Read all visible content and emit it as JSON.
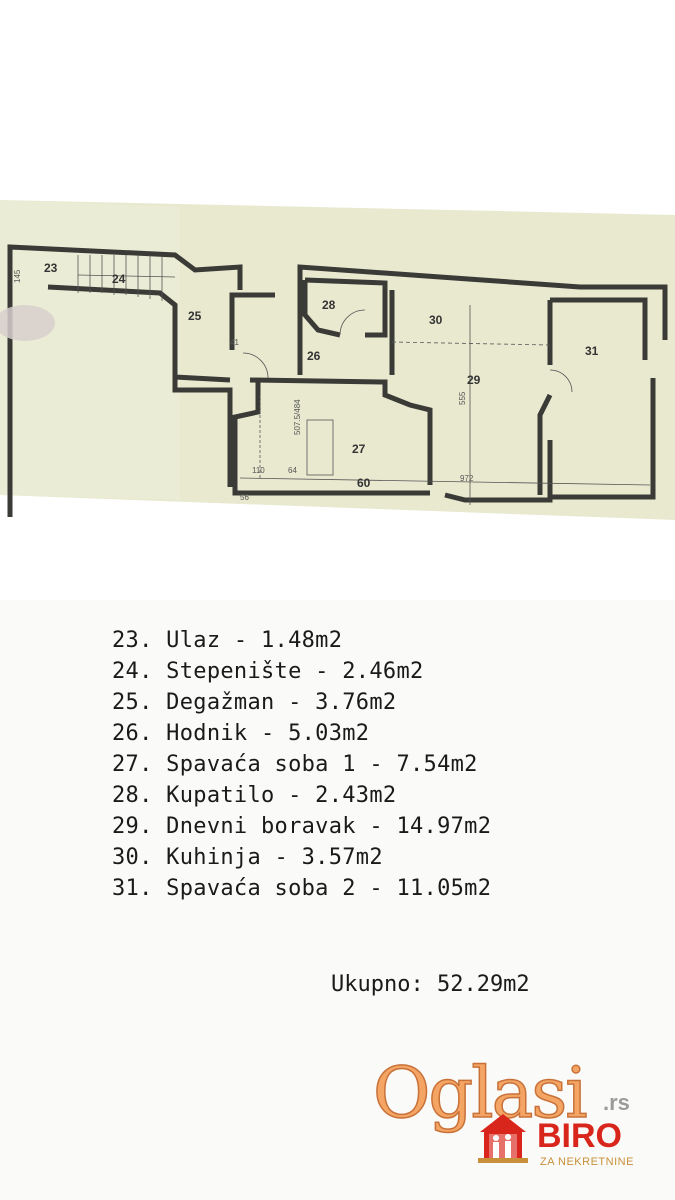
{
  "plan": {
    "room_numbers": [
      "23",
      "24",
      "25",
      "26",
      "27",
      "28",
      "29",
      "30",
      "31",
      "60"
    ],
    "dimensions": [
      "145",
      "41",
      "507.5/484",
      "555",
      "110",
      "64",
      "972",
      "56"
    ]
  },
  "rooms": [
    "23. Ulaz - 1.48m2",
    "24. Stepenište - 2.46m2",
    "25. Degažman - 3.76m2",
    "26. Hodnik - 5.03m2",
    "27. Spavaća soba 1 - 7.54m2",
    "28. Kupatilo - 2.43m2",
    "29. Dnevni boravak - 14.97m2",
    "30. Kuhinja - 3.57m2",
    "31. Spavaća soba 2 - 11.05m2"
  ],
  "total": "Ukupno: 52.29m2",
  "logo": {
    "brand": "Oglasi",
    "tld": ".rs",
    "name": "BIRO",
    "tagline": "ZA NEKRETNINE"
  },
  "colors": {
    "paper": "#e8e9cf",
    "wall": "#3a3a36",
    "logo_orange": "#f4a463",
    "logo_red": "#d9261c"
  }
}
